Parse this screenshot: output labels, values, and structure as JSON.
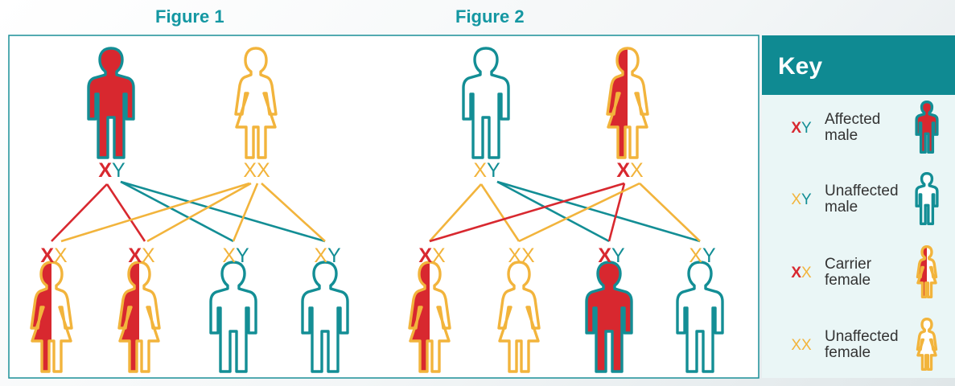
{
  "figures": {
    "figure1_title": "Figure 1",
    "figure2_title": "Figure 2"
  },
  "colors": {
    "teal": "#138e95",
    "red": "#d8282f",
    "yellow": "#f2b43c",
    "border": "#1a8f97",
    "key_header": "#0f8a92",
    "key_body": "#eaf6f6"
  },
  "figure1": {
    "father": {
      "type": "affected-male",
      "genotype": [
        "X",
        "Y"
      ]
    },
    "mother": {
      "type": "unaffected-female",
      "genotype": [
        "X",
        "X"
      ]
    },
    "children": [
      {
        "type": "carrier-female",
        "genotype": [
          "X",
          "X"
        ]
      },
      {
        "type": "carrier-female",
        "genotype": [
          "X",
          "X"
        ]
      },
      {
        "type": "unaffected-male",
        "genotype": [
          "X",
          "Y"
        ]
      },
      {
        "type": "unaffected-male",
        "genotype": [
          "X",
          "Y"
        ]
      }
    ]
  },
  "figure2": {
    "father": {
      "type": "unaffected-male",
      "genotype": [
        "X",
        "Y"
      ]
    },
    "mother": {
      "type": "carrier-female",
      "genotype": [
        "X",
        "X"
      ]
    },
    "children": [
      {
        "type": "carrier-female",
        "genotype": [
          "X",
          "X"
        ]
      },
      {
        "type": "unaffected-female",
        "genotype": [
          "X",
          "X"
        ]
      },
      {
        "type": "affected-male",
        "genotype": [
          "X",
          "Y"
        ]
      },
      {
        "type": "unaffected-male",
        "genotype": [
          "X",
          "Y"
        ]
      }
    ]
  },
  "key": {
    "title": "Key",
    "items": [
      {
        "type": "affected-male",
        "genotype": [
          "X",
          "Y"
        ],
        "label_line1": "Affected",
        "label_line2": "male"
      },
      {
        "type": "unaffected-male",
        "genotype": [
          "X",
          "Y"
        ],
        "label_line1": "Unaffected",
        "label_line2": "male"
      },
      {
        "type": "carrier-female",
        "genotype": [
          "X",
          "X"
        ],
        "label_line1": "Carrier",
        "label_line2": "female"
      },
      {
        "type": "unaffected-female",
        "genotype": [
          "X",
          "X"
        ],
        "label_line1": "Unaffected",
        "label_line2": "female"
      }
    ]
  }
}
